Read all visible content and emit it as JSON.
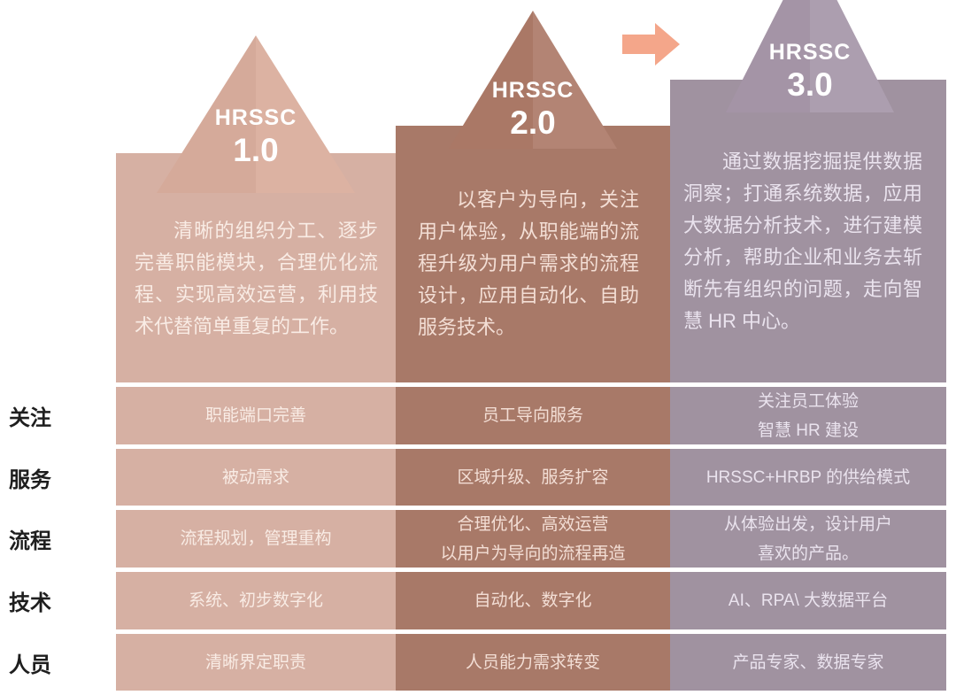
{
  "page": {
    "background": "#ffffff"
  },
  "arrow": {
    "name": "right-arrow",
    "color": "#f4a68a"
  },
  "columns": [
    {
      "title": "HRSSC",
      "version": "1.0",
      "description": "清晰的组织分工、逐步完善职能模块，合理优化流程、实现高效运营，利用技术代替简单重复的工作。",
      "color": "#d6b0a3",
      "tri_left": "#d5aa9a",
      "tri_right": "#dcb2a2"
    },
    {
      "title": "HRSSC",
      "version": "2.0",
      "description": "以客户为导向，关注用户体验，从职能端的流程升级为用户需求的流程设计，应用自动化、自助服务技术。",
      "color": "#a87968",
      "tri_left": "#aa7866",
      "tri_right": "#b38474"
    },
    {
      "title": "HRSSC",
      "version": "3.0",
      "description": "通过数据挖掘提供数据洞察；打通系统数据，应用大数据分析技术，进行建模分析，帮助企业和业务去斩断先有组织的问题，走向智慧 HR 中心。",
      "color": "#a092a0",
      "tri_left": "#a494a6",
      "tri_right": "#ac9eaf"
    }
  ],
  "rows": [
    {
      "label": "关注",
      "values": [
        "职能端口完善",
        "员工导向服务",
        "关注员工体验\n智慧 HR 建设"
      ]
    },
    {
      "label": "服务",
      "values": [
        "被动需求",
        "区域升级、服务扩容",
        "HRSSC+HRBP 的供给模式"
      ]
    },
    {
      "label": "流程",
      "values": [
        "流程规划，管理重构",
        "合理优化、高效运营\n以用户为导向的流程再造",
        "从体验出发，设计用户\n喜欢的产品。"
      ]
    },
    {
      "label": "技术",
      "values": [
        "系统、初步数字化",
        "自动化、数字化",
        "AI、RPA\\ 大数据平台"
      ]
    },
    {
      "label": "人员",
      "values": [
        "清晰界定职责",
        "人员能力需求转变",
        "产品专家、数据专家"
      ]
    }
  ]
}
